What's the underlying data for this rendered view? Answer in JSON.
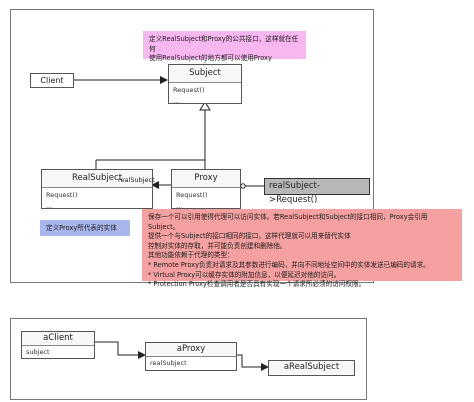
{
  "classes": {
    "subject": {
      "name": "Subject",
      "op": "Request()",
      "more": "..."
    },
    "real_subject": {
      "name": "RealSubject",
      "op": "Request()",
      "more": "..."
    },
    "proxy": {
      "name": "Proxy",
      "op": "Request()",
      "more": "..."
    }
  },
  "client_label": "Client",
  "association_label": "realSubject",
  "code_note": "realSubject->Request()",
  "notes": {
    "subject_note": [
      "定义RealSubject和Proxy的公共接口，这样就在任何",
      "使用RealSubject的地方都可以使用Proxy"
    ],
    "real_subject_note": "定义Proxy所代表的实体",
    "proxy_note": [
      "保存一个可以引用使得代理可以访问实体。若RealSubject和Subject的接口相同，Proxy会引用Subject。",
      "提供一个与Subject的接口相同的接口，这样代理就可以用来替代实体",
      "控制对实体的存取，并可能负责创建和删除他。",
      "其他功能依赖于代理的类型：",
      "* Remote Proxy负责对请求及其参数进行编码，并向不同地址空间中的实体发送已编码的请求。",
      "* Virtual Proxy可以缓存实体的附加信息，以便延迟对他的访问。",
      "* Protection Proxy检查调用者是否具有实现一个请求所必须的访问权限。"
    ]
  },
  "objects": {
    "a_client": {
      "name": "aClient",
      "attr": "subject"
    },
    "a_proxy": {
      "name": "aProxy",
      "attr": "realSubject"
    },
    "a_real_subject": {
      "name": "aRealSubject"
    }
  }
}
